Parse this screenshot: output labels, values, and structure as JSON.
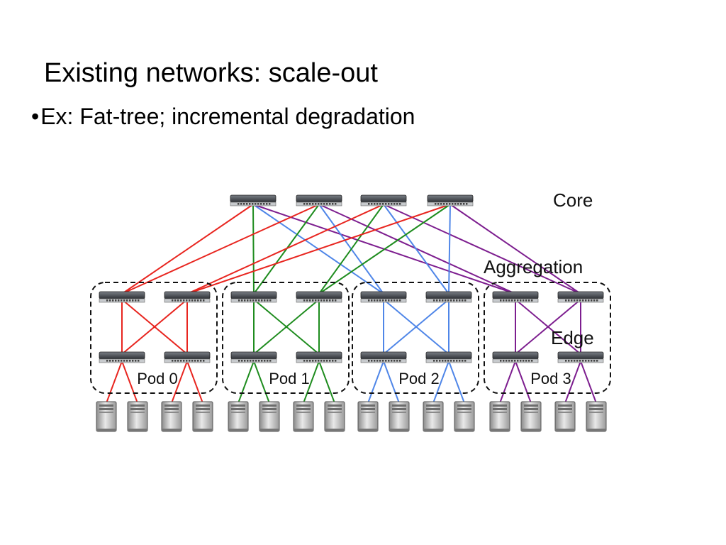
{
  "slide": {
    "title": "Existing networks: scale-out",
    "bullet_marker": "•",
    "bullet": "Ex: Fat-tree; incremental degradation"
  },
  "diagram": {
    "layer_labels": {
      "core": "Core",
      "aggregation": "Aggregation",
      "edge": "Edge"
    },
    "pods": [
      {
        "label": "Pod 0",
        "color": "#e8251f"
      },
      {
        "label": "Pod 1",
        "color": "#1e8c1e"
      },
      {
        "label": "Pod 2",
        "color": "#4f86e8"
      },
      {
        "label": "Pod 3",
        "color": "#7d1e8f"
      }
    ],
    "core_switch_count": 4,
    "servers_per_edge": 2,
    "icons": {
      "switch": "network-switch-icon",
      "server": "server-tower-icon"
    }
  }
}
